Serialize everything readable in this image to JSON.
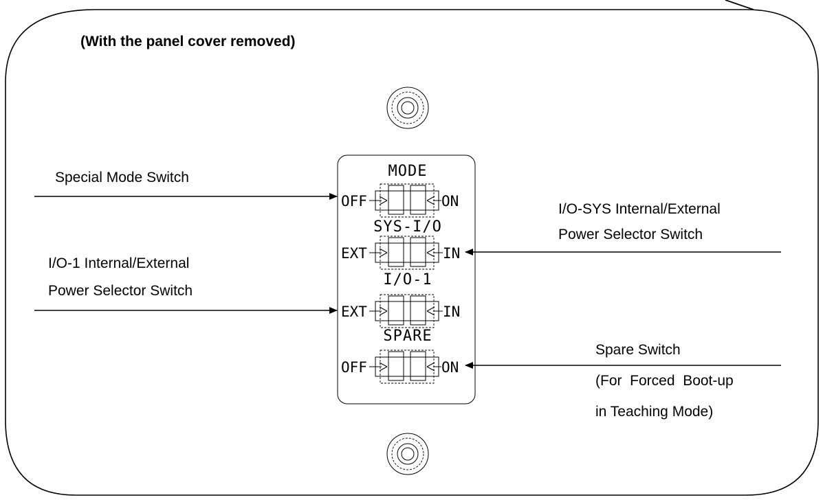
{
  "panel": {
    "title": "(With the panel cover removed)"
  },
  "switch_block": {
    "switches": [
      {
        "name": "MODE",
        "left": "OFF",
        "right": "ON"
      },
      {
        "name": "SYS-I/O",
        "left": "EXT",
        "right": "IN"
      },
      {
        "name": "I/O-1",
        "left": "EXT",
        "right": "IN"
      },
      {
        "name": "SPARE",
        "left": "OFF",
        "right": "ON"
      }
    ]
  },
  "callouts": {
    "special_mode": "Special Mode Switch",
    "io_sys_line1": "I/O-SYS Internal/External",
    "io_sys_line2": "Power Selector Switch",
    "io_1_line1": "I/O-1 Internal/External",
    "io_1_line2": "Power Selector Switch",
    "spare_line1": "Spare Switch",
    "spare_line2": "(For  Forced  Boot-up",
    "spare_line3": "in Teaching Mode)"
  }
}
